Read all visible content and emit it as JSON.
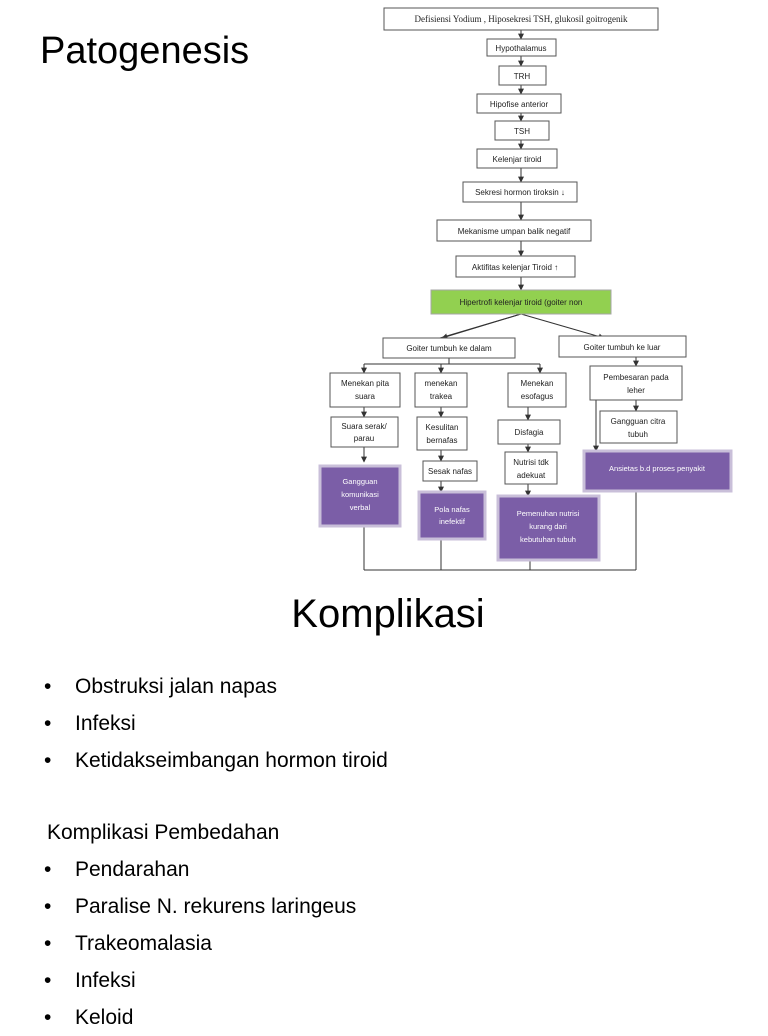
{
  "slide": {
    "title_patogenesis": "Patogenesis",
    "title_komplikasi": "Komplikasi",
    "komplikasi_items": [
      "Obstruksi  jalan napas",
      "Infeksi",
      "Ketidakseimbangan hormon tiroid"
    ],
    "pembedahan_heading": "Komplikasi Pembedahan",
    "pembedahan_items": [
      "Pendarahan",
      "Paralise N. rekurens laringeus",
      "Trakeomalasia",
      "Infeksi",
      "Keloid"
    ]
  },
  "flowchart": {
    "top": "Defisiensi Yodium , Hiposekresi TSH, glukosil goitrogenik",
    "hypothalamus": "Hypothalamus",
    "trh": "TRH",
    "hipofise": "Hipofise anterior",
    "tsh": "TSH",
    "kelenjar": "Kelenjar tiroid",
    "sekresi": "Sekresi hormon tiroksin ↓",
    "mekanisme": "Mekanisme umpan balik negatif",
    "aktifitas": "Aktifitas kelenjar Tiroid ↑",
    "hipertrofi": "Hipertrofi kelenjar tiroid (goiter non",
    "goiter_dalam": "Goiter tumbuh ke dalam",
    "goiter_luar": "Goiter tumbuh ke luar",
    "pita_1": "Menekan pita",
    "pita_2": "suara",
    "trakea_1": "menekan",
    "trakea_2": "trakea",
    "esofagus_1": "Menekan",
    "esofagus_2": "esofagus",
    "pembesaran_1": "Pembesaran pada",
    "pembesaran_2": "leher",
    "serak_1": "Suara serak/",
    "serak_2": "parau",
    "kesulitan_1": "Kesulitan",
    "kesulitan_2": "bernafas",
    "disfagia": "Disfagia",
    "citra_1": "Gangguan citra",
    "citra_2": "tubuh",
    "sesak": "Sesak nafas",
    "nutrisi_1": "Nutrisi tdk",
    "nutrisi_2": "adekuat",
    "ansietas": "Ansietas b.d proses penyakit",
    "komunikasi_1": "Gangguan",
    "komunikasi_2": "komunikasi",
    "komunikasi_3": "verbal",
    "pola_1": "Pola nafas",
    "pola_2": "inefektif",
    "pemenuhan_1": "Pemenuhan nutrisi",
    "pemenuhan_2": "kurang dari",
    "pemenuhan_3": "kebutuhan tubuh"
  },
  "colors": {
    "green_box": "#92d050",
    "purple_box": "#7b5ea7"
  }
}
